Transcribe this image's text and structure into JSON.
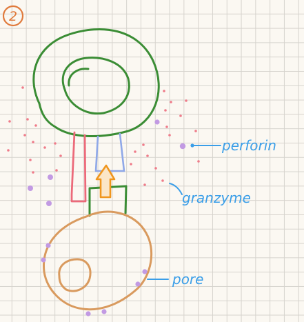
{
  "step_number": "2",
  "labels": {
    "perforin": "perforin",
    "granzyme": "granzyme",
    "pore": "pore"
  },
  "colors": {
    "paper": "#fbf8f2",
    "grid": "#d6d3cd",
    "cell_outline": "#3b8d35",
    "target_cell": "#d99a5e",
    "receptor_red": "#ec6a7a",
    "receptor_blue": "#8fa8e8",
    "granzyme_arrow": "#f0961e",
    "perforin_dot": "#c29ae3",
    "granzyme_dot": "#ef7c8a",
    "label_blue": "#3a9ee8",
    "step_circle": "#e07a3c"
  }
}
